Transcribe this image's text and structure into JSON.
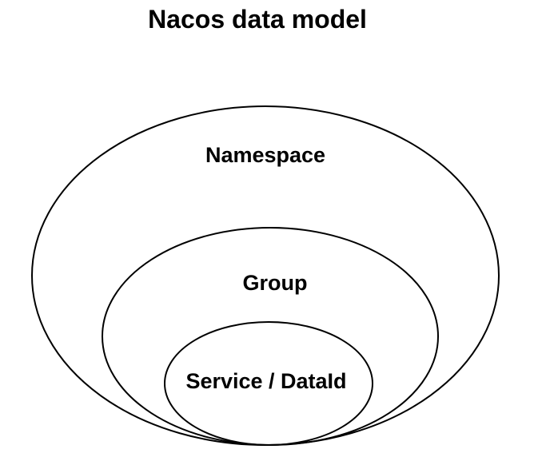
{
  "diagram": {
    "title": "Nacos data model",
    "levels": [
      {
        "label": "Namespace"
      },
      {
        "label": "Group"
      },
      {
        "label": "Service / DataId"
      }
    ]
  },
  "colors": {
    "background": "#ffffff",
    "stroke": "#000000",
    "text": "#000000"
  }
}
